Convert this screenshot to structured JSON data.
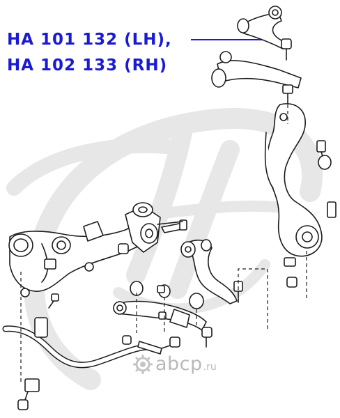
{
  "labels": {
    "left": "HA 101 132 (LH),",
    "right": "HA 102 133 (RH)"
  },
  "watermark": {
    "name": "abcp",
    "tld": ".ru"
  },
  "colors": {
    "label": "#1a1ad2",
    "drawing_line": "#1c1c1c",
    "watermark": "#e7e7e7",
    "brand": "#b9b9b9"
  }
}
